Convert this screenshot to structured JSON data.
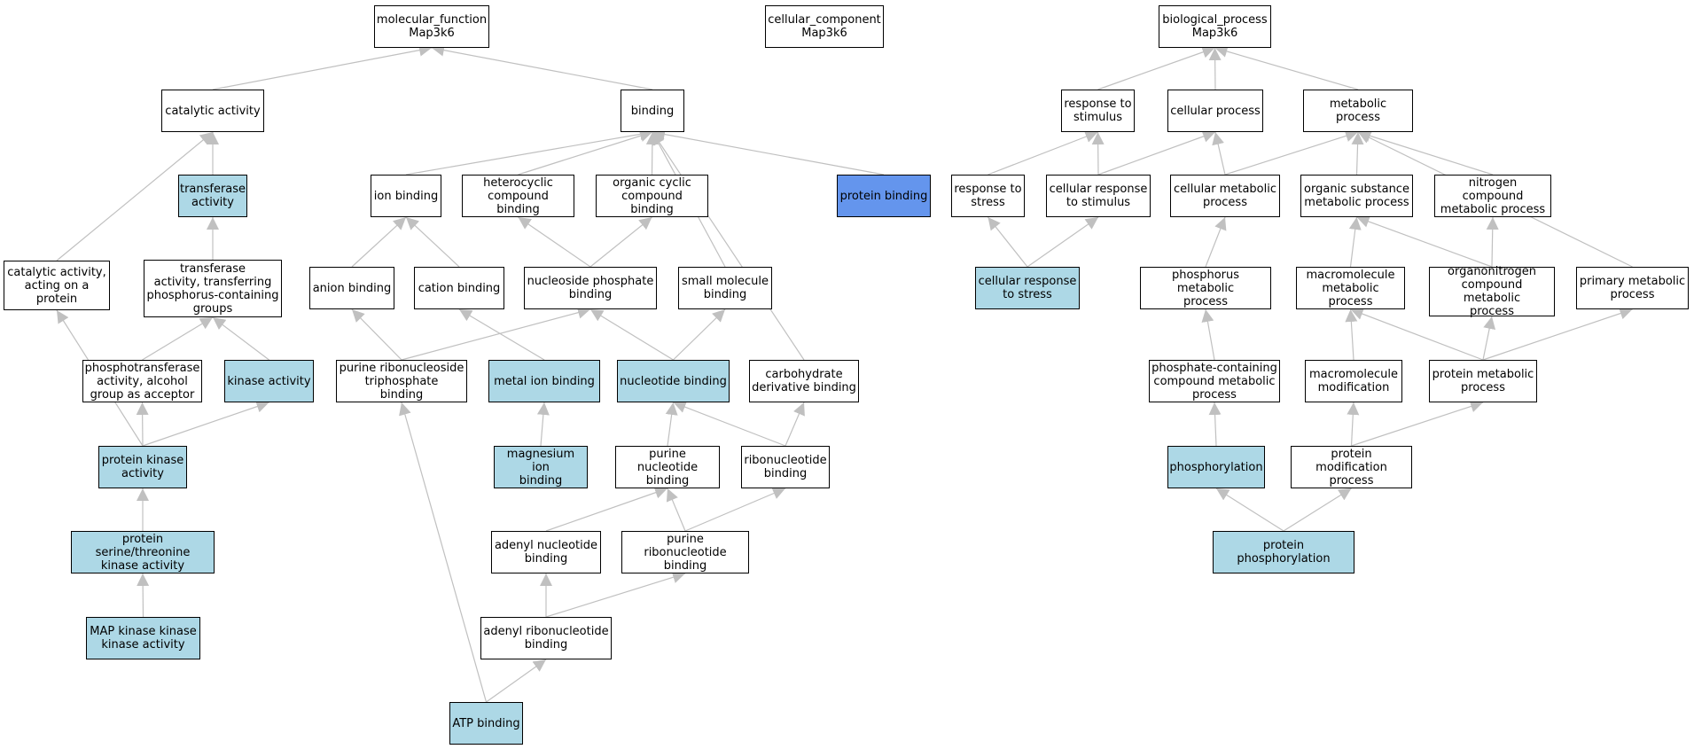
{
  "colors": {
    "highlight": "#add8e6",
    "primary": "#6495ed",
    "edge": "#c0c0c0",
    "node_border": "#000000",
    "background": "#ffffff"
  },
  "nodes": {
    "mf_root": {
      "label": "molecular_function\nMap3k6"
    },
    "cc_root": {
      "label": "cellular_component\nMap3k6"
    },
    "bp_root": {
      "label": "biological_process\nMap3k6"
    },
    "catalytic": {
      "label": "catalytic activity"
    },
    "binding": {
      "label": "binding"
    },
    "transferase": {
      "label": "transferase\nactivity",
      "style": "highlight"
    },
    "ion_binding": {
      "label": "ion binding"
    },
    "heterocyclic": {
      "label": "heterocyclic\ncompound binding"
    },
    "organic_cyclic": {
      "label": "organic cyclic\ncompound binding"
    },
    "protein_binding": {
      "label": "protein binding",
      "style": "primary"
    },
    "catalytic_protein": {
      "label": "catalytic activity,\nacting on a\nprotein"
    },
    "transferase_phos": {
      "label": "transferase\nactivity, transferring\nphosphorus-containing\ngroups"
    },
    "anion_binding": {
      "label": "anion binding"
    },
    "cation_binding": {
      "label": "cation binding"
    },
    "nucleoside_phosphate": {
      "label": "nucleoside phosphate\nbinding"
    },
    "small_molecule": {
      "label": "small molecule\nbinding"
    },
    "phosphotransferase": {
      "label": "phosphotransferase\nactivity, alcohol\ngroup as acceptor"
    },
    "kinase": {
      "label": "kinase activity",
      "style": "highlight"
    },
    "purine_rntp": {
      "label": "purine ribonucleoside\ntriphosphate\nbinding"
    },
    "metal_ion": {
      "label": "metal ion binding",
      "style": "highlight"
    },
    "nucleotide": {
      "label": "nucleotide binding",
      "style": "highlight"
    },
    "carbohydrate_deriv": {
      "label": "carbohydrate\nderivative binding"
    },
    "protein_kinase": {
      "label": "protein kinase\nactivity",
      "style": "highlight"
    },
    "magnesium": {
      "label": "magnesium ion\nbinding",
      "style": "highlight"
    },
    "purine_nucleotide": {
      "label": "purine nucleotide\nbinding"
    },
    "ribonucleotide": {
      "label": "ribonucleotide\nbinding"
    },
    "ser_thr_kinase": {
      "label": "protein serine/threonine\nkinase activity",
      "style": "highlight"
    },
    "adenyl_nucleotide": {
      "label": "adenyl nucleotide\nbinding"
    },
    "purine_ribonucleotide": {
      "label": "purine ribonucleotide\nbinding"
    },
    "map3k": {
      "label": "MAP kinase kinase\nkinase activity",
      "style": "highlight"
    },
    "adenyl_ribonucleotide": {
      "label": "adenyl ribonucleotide\nbinding"
    },
    "atp": {
      "label": "ATP binding",
      "style": "highlight"
    },
    "response_stimulus": {
      "label": "response to\nstimulus"
    },
    "cellular_process": {
      "label": "cellular process"
    },
    "metabolic_process": {
      "label": "metabolic process"
    },
    "response_stress": {
      "label": "response to\nstress"
    },
    "cellular_response_stimulus": {
      "label": "cellular response\nto stimulus"
    },
    "cellular_metabolic": {
      "label": "cellular metabolic\nprocess"
    },
    "organic_substance": {
      "label": "organic substance\nmetabolic process"
    },
    "nitrogen_compound": {
      "label": "nitrogen compound\nmetabolic process"
    },
    "cellular_response_stress": {
      "label": "cellular response\nto stress",
      "style": "highlight"
    },
    "phosphorus_metabolic": {
      "label": "phosphorus metabolic\nprocess"
    },
    "macromolecule_metabolic": {
      "label": "macromolecule\nmetabolic process"
    },
    "organonitrogen": {
      "label": "organonitrogen\ncompound metabolic\nprocess"
    },
    "primary_metabolic": {
      "label": "primary metabolic\nprocess"
    },
    "phosphate_containing": {
      "label": "phosphate-containing\ncompound metabolic\nprocess"
    },
    "macromolecule_mod": {
      "label": "macromolecule\nmodification"
    },
    "protein_metabolic": {
      "label": "protein metabolic\nprocess"
    },
    "phosphorylation": {
      "label": "phosphorylation",
      "style": "highlight"
    },
    "protein_modification": {
      "label": "protein modification\nprocess"
    },
    "protein_phosphorylation": {
      "label": "protein phosphorylation",
      "style": "highlight"
    }
  },
  "edges": [
    [
      "catalytic",
      "mf_root"
    ],
    [
      "binding",
      "mf_root"
    ],
    [
      "transferase",
      "catalytic"
    ],
    [
      "catalytic_protein",
      "catalytic"
    ],
    [
      "ion_binding",
      "binding"
    ],
    [
      "heterocyclic",
      "binding"
    ],
    [
      "organic_cyclic",
      "binding"
    ],
    [
      "protein_binding",
      "binding"
    ],
    [
      "small_molecule",
      "binding"
    ],
    [
      "carbohydrate_deriv",
      "binding"
    ],
    [
      "transferase_phos",
      "transferase"
    ],
    [
      "anion_binding",
      "ion_binding"
    ],
    [
      "cation_binding",
      "ion_binding"
    ],
    [
      "nucleoside_phosphate",
      "heterocyclic"
    ],
    [
      "nucleoside_phosphate",
      "organic_cyclic"
    ],
    [
      "phosphotransferase",
      "transferase_phos"
    ],
    [
      "kinase",
      "transferase_phos"
    ],
    [
      "purine_rntp",
      "anion_binding"
    ],
    [
      "purine_rntp",
      "nucleoside_phosphate"
    ],
    [
      "metal_ion",
      "cation_binding"
    ],
    [
      "nucleotide",
      "nucleoside_phosphate"
    ],
    [
      "nucleotide",
      "small_molecule"
    ],
    [
      "protein_kinase",
      "catalytic_protein"
    ],
    [
      "protein_kinase",
      "phosphotransferase"
    ],
    [
      "protein_kinase",
      "kinase"
    ],
    [
      "magnesium",
      "metal_ion"
    ],
    [
      "purine_nucleotide",
      "nucleotide"
    ],
    [
      "ribonucleotide",
      "nucleotide"
    ],
    [
      "ribonucleotide",
      "carbohydrate_deriv"
    ],
    [
      "ser_thr_kinase",
      "protein_kinase"
    ],
    [
      "adenyl_nucleotide",
      "purine_nucleotide"
    ],
    [
      "purine_ribonucleotide",
      "purine_nucleotide"
    ],
    [
      "purine_ribonucleotide",
      "ribonucleotide"
    ],
    [
      "map3k",
      "ser_thr_kinase"
    ],
    [
      "adenyl_ribonucleotide",
      "adenyl_nucleotide"
    ],
    [
      "adenyl_ribonucleotide",
      "purine_ribonucleotide"
    ],
    [
      "atp",
      "adenyl_ribonucleotide"
    ],
    [
      "atp",
      "purine_rntp"
    ],
    [
      "response_stimulus",
      "bp_root"
    ],
    [
      "cellular_process",
      "bp_root"
    ],
    [
      "metabolic_process",
      "bp_root"
    ],
    [
      "response_stress",
      "response_stimulus"
    ],
    [
      "cellular_response_stimulus",
      "response_stimulus"
    ],
    [
      "cellular_response_stimulus",
      "cellular_process"
    ],
    [
      "cellular_metabolic",
      "cellular_process"
    ],
    [
      "cellular_metabolic",
      "metabolic_process"
    ],
    [
      "organic_substance",
      "metabolic_process"
    ],
    [
      "nitrogen_compound",
      "metabolic_process"
    ],
    [
      "primary_metabolic",
      "metabolic_process"
    ],
    [
      "cellular_response_stress",
      "response_stress"
    ],
    [
      "cellular_response_stress",
      "cellular_response_stimulus"
    ],
    [
      "phosphorus_metabolic",
      "cellular_metabolic"
    ],
    [
      "macromolecule_metabolic",
      "organic_substance"
    ],
    [
      "organonitrogen",
      "organic_substance"
    ],
    [
      "organonitrogen",
      "nitrogen_compound"
    ],
    [
      "phosphate_containing",
      "phosphorus_metabolic"
    ],
    [
      "macromolecule_mod",
      "macromolecule_metabolic"
    ],
    [
      "protein_metabolic",
      "macromolecule_metabolic"
    ],
    [
      "protein_metabolic",
      "organonitrogen"
    ],
    [
      "protein_metabolic",
      "primary_metabolic"
    ],
    [
      "phosphorylation",
      "phosphate_containing"
    ],
    [
      "protein_modification",
      "macromolecule_mod"
    ],
    [
      "protein_modification",
      "protein_metabolic"
    ],
    [
      "protein_phosphorylation",
      "phosphorylation"
    ],
    [
      "protein_phosphorylation",
      "protein_modification"
    ]
  ]
}
